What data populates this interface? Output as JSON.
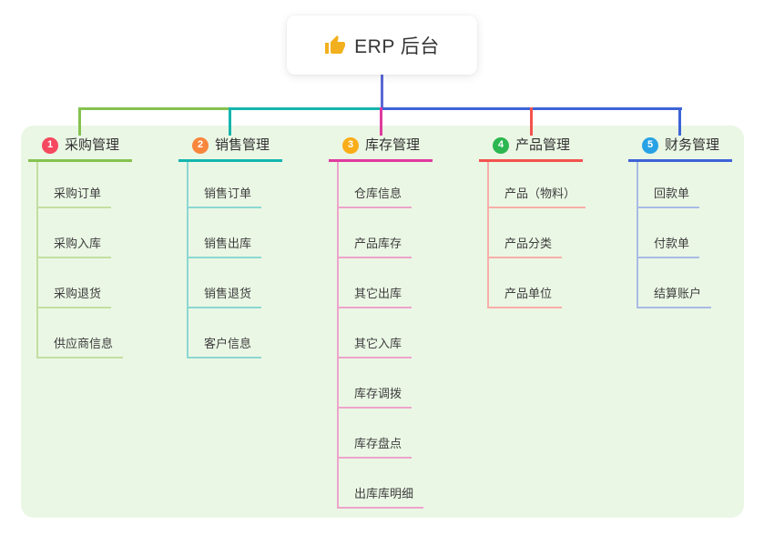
{
  "root": {
    "icon": "thumbs-up",
    "label": "ERP 后台"
  },
  "branches": [
    {
      "index": "1",
      "title": "采购管理",
      "badge_color": "#f5495f",
      "line_color": "#85c24f",
      "child_line_color": "#c2dfa0",
      "children": [
        "采购订单",
        "采购入库",
        "采购退货",
        "供应商信息"
      ]
    },
    {
      "index": "2",
      "title": "销售管理",
      "badge_color": "#f8863c",
      "line_color": "#14b5ad",
      "child_line_color": "#8bd8d2",
      "children": [
        "销售订单",
        "销售出库",
        "销售退货",
        "客户信息"
      ]
    },
    {
      "index": "3",
      "title": "库存管理",
      "badge_color": "#f9ad18",
      "line_color": "#df3a9e",
      "child_line_color": "#eda4cb",
      "children": [
        "仓库信息",
        "产品库存",
        "其它出库",
        "其它入库",
        "库存调拨",
        "库存盘点",
        "出库库明细"
      ]
    },
    {
      "index": "4",
      "title": "产品管理",
      "badge_color": "#2cb750",
      "line_color": "#f4534e",
      "child_line_color": "#f8aeaa",
      "children": [
        "产品（物料）",
        "产品分类",
        "产品单位"
      ]
    },
    {
      "index": "5",
      "title": "财务管理",
      "badge_color": "#29a2e5",
      "line_color": "#3d63d6",
      "child_line_color": "#a9bbe5",
      "children": [
        "回款单",
        "付款单",
        "结算账户"
      ]
    }
  ],
  "colors": {
    "panel_bg": "#ebf7e5",
    "root_line": "#5a68d6",
    "thumb_icon": "#f2b01e",
    "canvas_bg": "#ffffff"
  }
}
